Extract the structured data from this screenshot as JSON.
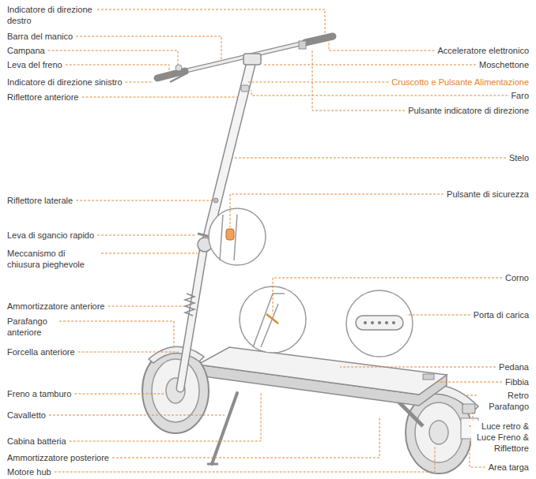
{
  "diagram": {
    "labels": [
      "Indicatore di direzione destro",
      "Barra del manico",
      "Campana",
      "Leva del freno",
      "Indicatore di direzione sinistro",
      "Riflettore anteriore",
      "Riflettore laterale",
      "Leva di sgancio rapido",
      "Meccanismo di chiusura pieghevole",
      "Ammortizzatore anteriore",
      "Parafango anteriore",
      "Forcella anteriore",
      "Freno a tamburo",
      "Cavalletto",
      "Cabina batteria",
      "Ammortizzatore posteriore",
      "Motore hub",
      "Acceleratore elettronico",
      "Moschettone",
      "Cruscotto e Pulsante Alimentazione",
      "Faro",
      "Pulsante indicatore di direzione",
      "Stelo",
      "Pulsante di sicurezza",
      "Corno",
      "Porta di carica",
      "Pedana",
      "Fibbia",
      "Retro Parafango",
      "Luce retro & Luce Freno & Riflettore",
      "Area targa"
    ]
  }
}
